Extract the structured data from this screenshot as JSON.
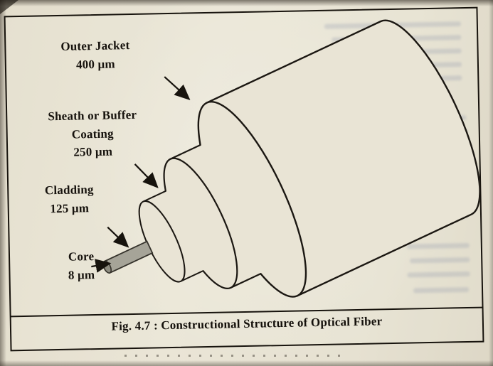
{
  "figure": {
    "caption": "Fig. 4.7 : Constructional Structure of Optical Fiber",
    "labels": [
      {
        "lines": [
          "Outer Jacket",
          "400 μm"
        ]
      },
      {
        "lines": [
          "Sheath or Buffer",
          "Coating",
          "250 μm"
        ]
      },
      {
        "lines": [
          "Cladding",
          "125 μm"
        ]
      },
      {
        "lines": [
          "Core",
          "8 μm"
        ]
      }
    ]
  }
}
